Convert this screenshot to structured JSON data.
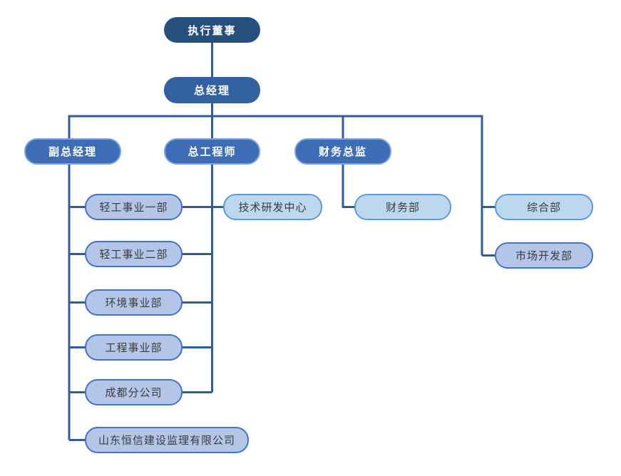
{
  "diagram": {
    "type": "org-chart",
    "language": "zh-CN",
    "colors": {
      "level1_fill": "#274F7C",
      "level2_fill": "#33619F",
      "level3_fill": "#3C6DB5",
      "level3_border": "#7CA6DE",
      "lavender_fill": "#B4C6E7",
      "lavender_border": "#4472C4",
      "lightblue_fill": "#BDD7EE",
      "lightblue_border": "#5B9BD5",
      "connector": "#2E5C9C",
      "text_dark_nodes": "#FFFFFF",
      "text_light_nodes": "#3B3B3B"
    },
    "nodes": [
      {
        "id": "executive-director",
        "label": "执行董事",
        "level": 1,
        "style": "dark-navy"
      },
      {
        "id": "general-manager",
        "label": "总经理",
        "level": 2,
        "style": "steel-blue"
      },
      {
        "id": "deputy-general-manager",
        "label": "副总经理",
        "level": 3,
        "style": "medium-blue"
      },
      {
        "id": "chief-engineer",
        "label": "总工程师",
        "level": 3,
        "style": "medium-blue"
      },
      {
        "id": "finance-director",
        "label": "财务总监",
        "level": 3,
        "style": "medium-blue"
      },
      {
        "id": "light-industry-div-1",
        "label": "轻工事业一部",
        "level": 4,
        "style": "lavender"
      },
      {
        "id": "light-industry-div-2",
        "label": "轻工事业二部",
        "level": 4,
        "style": "lavender"
      },
      {
        "id": "environment-div",
        "label": "环境事业部",
        "level": 4,
        "style": "lavender"
      },
      {
        "id": "engineering-div",
        "label": "工程事业部",
        "level": 4,
        "style": "lavender"
      },
      {
        "id": "chengdu-branch",
        "label": "成都分公司",
        "level": 4,
        "style": "lavender"
      },
      {
        "id": "shandong-hengxin-supervision",
        "label": "山东恒信建设监理有限公司",
        "level": 4,
        "style": "lavender"
      },
      {
        "id": "tech-rd-center",
        "label": "技术研发中心",
        "level": 4,
        "style": "light-blue"
      },
      {
        "id": "finance-dept",
        "label": "财务部",
        "level": 4,
        "style": "light-blue"
      },
      {
        "id": "general-affairs-dept",
        "label": "综合部",
        "level": 4,
        "style": "light-blue"
      },
      {
        "id": "market-development-dept",
        "label": "市场开发部",
        "level": 4,
        "style": "lavender"
      }
    ],
    "edges": [
      {
        "from": "executive-director",
        "to": "general-manager"
      },
      {
        "from": "general-manager",
        "to": "deputy-general-manager"
      },
      {
        "from": "general-manager",
        "to": "chief-engineer"
      },
      {
        "from": "general-manager",
        "to": "finance-director"
      },
      {
        "from": "general-manager",
        "to": "general-affairs-dept"
      },
      {
        "from": "general-manager",
        "to": "market-development-dept"
      },
      {
        "from": "deputy-general-manager",
        "to": "light-industry-div-1"
      },
      {
        "from": "deputy-general-manager",
        "to": "light-industry-div-2"
      },
      {
        "from": "deputy-general-manager",
        "to": "environment-div"
      },
      {
        "from": "deputy-general-manager",
        "to": "engineering-div"
      },
      {
        "from": "deputy-general-manager",
        "to": "chengdu-branch"
      },
      {
        "from": "deputy-general-manager",
        "to": "shandong-hengxin-supervision"
      },
      {
        "from": "chief-engineer",
        "to": "light-industry-div-1"
      },
      {
        "from": "chief-engineer",
        "to": "light-industry-div-2"
      },
      {
        "from": "chief-engineer",
        "to": "environment-div"
      },
      {
        "from": "chief-engineer",
        "to": "engineering-div"
      },
      {
        "from": "chief-engineer",
        "to": "chengdu-branch"
      },
      {
        "from": "chief-engineer",
        "to": "tech-rd-center"
      },
      {
        "from": "finance-director",
        "to": "finance-dept"
      }
    ]
  }
}
